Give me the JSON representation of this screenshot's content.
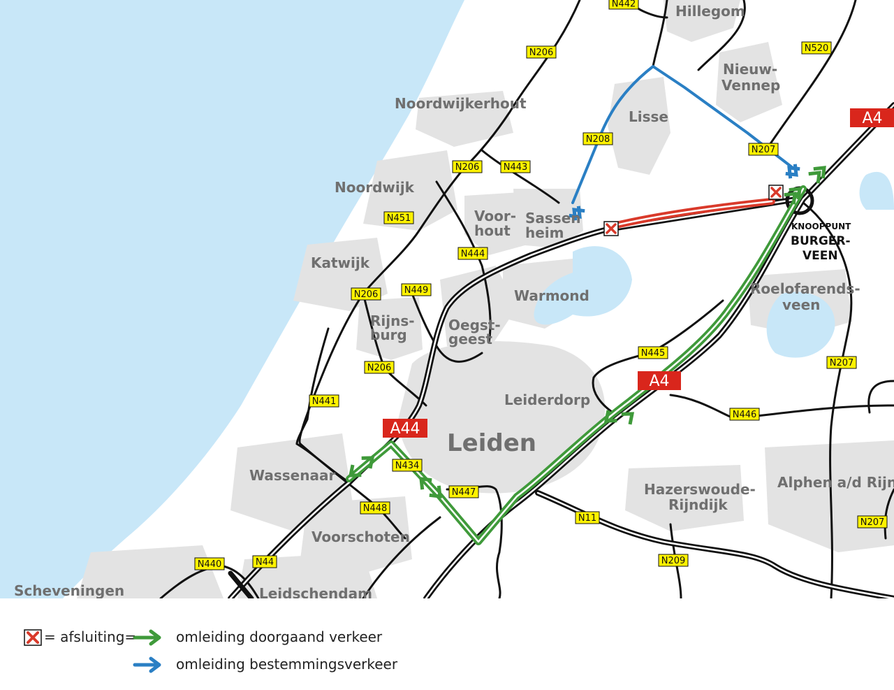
{
  "colors": {
    "sea": "#c8e7f8",
    "land": "#ffffff",
    "urban": "#e3e3e3",
    "lake": "#c8e7f8",
    "road": "#111111",
    "closure": "#d93a2b",
    "detour_through": "#3f9a3a",
    "detour_destination": "#2a7fc4",
    "shield": "#fff200",
    "motorway_shield": "#d9261c"
  },
  "places": {
    "hillegom": "Hillegom",
    "nieuw_vennep_1": "Nieuw-",
    "nieuw_vennep_2": "Vennep",
    "noordwijkerhout": "Noordwijkerhout",
    "lisse": "Lisse",
    "noordwijk": "Noordwijk",
    "voorhout_1": "Voor-",
    "voorhout_2": "hout",
    "sassenheim_1": "Sassen",
    "sassenheim_2": "heim",
    "katwijk": "Katwijk",
    "warmond": "Warmond",
    "roelofarendsveen_1": "Roelofarends-",
    "roelofarendsveen_2": "veen",
    "rijnsburg_1": "Rijns-",
    "rijnsburg_2": "burg",
    "oegstgeest_1": "Oegst-",
    "oegstgeest_2": "geest",
    "leiderdorp": "Leiderdorp",
    "leiden": "Leiden",
    "wassenaar": "Wassenaar",
    "hazerswoude_1": "Hazerswoude-",
    "hazerswoude_2": "Rijndijk",
    "alphen": "Alphen a/d Rijn",
    "voorschoten": "Voorschoten",
    "scheveningen": "Scheveningen",
    "leidschendam": "Leidschendam",
    "knooppunt": "KNOOPPUNT",
    "burgerveen_1": "BURGER-",
    "burgerveen_2": "VEEN"
  },
  "shields": {
    "n442": "N442",
    "n206_top": "N206",
    "n520": "N520",
    "n208": "N208",
    "n207_top": "N207",
    "n206_mid": "N206",
    "n443": "N443",
    "n451": "N451",
    "n444": "N444",
    "n206_katwijk": "N206",
    "n449": "N449",
    "n206_low": "N206",
    "n445": "N445",
    "n207_right": "N207",
    "n441": "N441",
    "n446": "N446",
    "n434": "N434",
    "n447": "N447",
    "n448": "N448",
    "n11": "N11",
    "n207_bottom": "N207",
    "n209": "N209",
    "n440": "N440",
    "n44": "N44"
  },
  "motorway_shields": {
    "a4_top": "A4",
    "a4_mid": "A4",
    "a44": "A44"
  },
  "legend": {
    "closure": "= afsluiting=",
    "through": "omleiding doorgaand verkeer",
    "destination": "omleiding bestemmingsverkeer"
  }
}
